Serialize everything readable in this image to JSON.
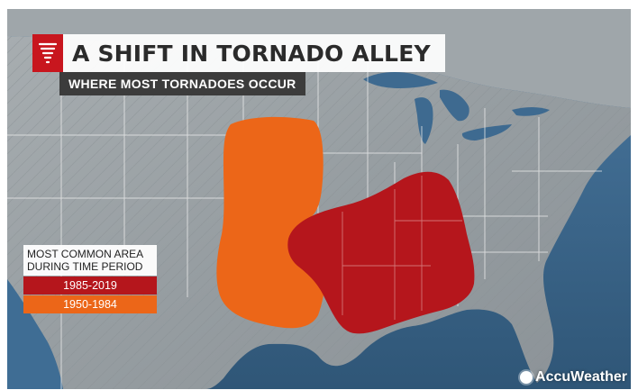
{
  "header": {
    "title": "A SHIFT IN TORNADO ALLEY",
    "subtitle": "WHERE MOST TORNADOES OCCUR",
    "icon": "tornado-icon"
  },
  "legend": {
    "heading": "MOST COMMON AREA DURING TIME PERIOD",
    "items": [
      {
        "label": "1985-2019",
        "color": "#b5161c"
      },
      {
        "label": "1950-1984",
        "color": "#ec6618"
      }
    ]
  },
  "brand": {
    "name": "AccuWeather",
    "icon": "sun-icon"
  },
  "colors": {
    "land": "#9aa1a5",
    "water": "#3f6d94",
    "lakes": "#3e6a90"
  }
}
